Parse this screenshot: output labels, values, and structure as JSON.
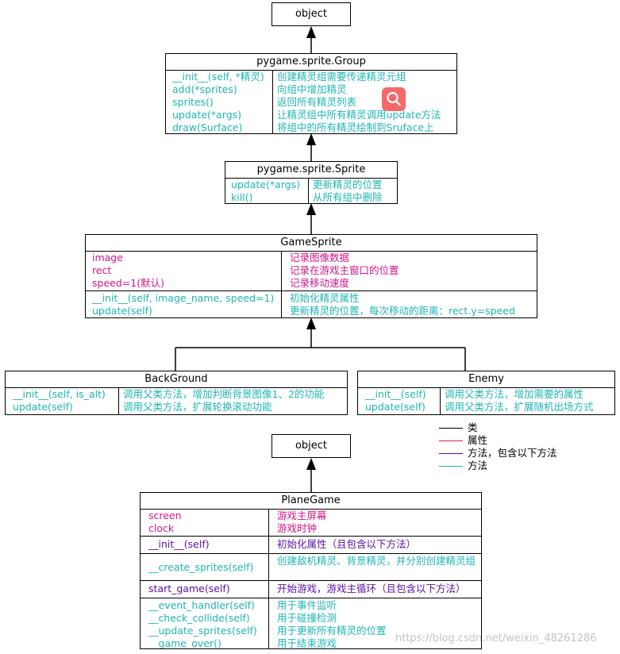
{
  "diagram": {
    "object_top": {
      "name": "object"
    },
    "group": {
      "name": "pygame.sprite.Group",
      "methods": [
        {
          "name": "__init__(self, *精灵)",
          "desc": "创建精灵组需要传递精灵元组"
        },
        {
          "name": "add(*sprites)",
          "desc": "向组中增加精灵"
        },
        {
          "name": "sprites()",
          "desc": "返回所有精灵列表"
        },
        {
          "name": "update(*args)",
          "desc": "让精灵组中所有精灵调用update方法"
        },
        {
          "name": "draw(Surface)",
          "desc": "将组中的所有精灵绘制到Sruface上"
        }
      ]
    },
    "sprite": {
      "name": "pygame.sprite.Sprite",
      "methods": [
        {
          "name": "update(*args)",
          "desc": "更新精灵的位置"
        },
        {
          "name": "kill()",
          "desc": "从所有组中删除"
        }
      ]
    },
    "gamesprite": {
      "name": "GameSprite",
      "attributes": [
        {
          "name": "image",
          "desc": "记录图像数据"
        },
        {
          "name": "rect",
          "desc": "记录在游戏主窗口的位置"
        },
        {
          "name": "speed=1(默认)",
          "desc": "记录移动速度"
        }
      ],
      "methods": [
        {
          "name": "__init__(self, image_name, speed=1)",
          "desc": "初始化精灵属性"
        },
        {
          "name": "update(self)",
          "desc": "更新精灵的位置，每次移动的距离：rect.y=speed"
        }
      ]
    },
    "background": {
      "name": "BackGround",
      "methods": [
        {
          "name": "__init__(self, is_alt)",
          "desc": "调用父类方法，增加判断背景图像1、2的功能"
        },
        {
          "name": "update(self)",
          "desc": "调用父类方法，扩展轮换滚动功能"
        }
      ]
    },
    "enemy": {
      "name": "Enemy",
      "methods": [
        {
          "name": "__init__(self)",
          "desc": "调用父类方法，增加需要的属性"
        },
        {
          "name": "update(self)",
          "desc": "调用父类方法，扩展随机出场方式"
        }
      ]
    },
    "legend": [
      {
        "label": "类",
        "color": "#000000"
      },
      {
        "label": "属性",
        "color": "#d4158a"
      },
      {
        "label": "方法，包含以下方法",
        "color": "#5a0ea8"
      },
      {
        "label": "方法",
        "color": "#1fb5b5"
      }
    ],
    "object_bottom": {
      "name": "object"
    },
    "planegame": {
      "name": "PlaneGame",
      "attributes": [
        {
          "name": "screen",
          "desc": "游戏主屏幕"
        },
        {
          "name": "clock",
          "desc": "游戏时钟"
        }
      ],
      "init": {
        "name": "__init__(self)",
        "desc": "初始化属性（且包含以下方法）"
      },
      "create": {
        "name": "__create_sprites(self)",
        "desc": "创建敌机精灵、背景精灵，并分别创建精灵组"
      },
      "start": {
        "name": "start_game(self)",
        "desc": "开始游戏，游戏主循环（且包含以下方法）"
      },
      "loop_methods": [
        {
          "name": "__event_handler(self)",
          "desc": "用于事件监听"
        },
        {
          "name": "__check_collide(self)",
          "desc": "用于碰撞检测"
        },
        {
          "name": "__update_sprites(self)",
          "desc": "用于更新所有精灵的位置"
        },
        {
          "name": "__game_over()",
          "desc": "用于结束游戏"
        }
      ]
    },
    "watermark": "https://blog.csdn.net/weixin_48261286"
  },
  "colors": {
    "class": "#000000",
    "attribute": "#d4158a",
    "method_including": "#5a0ea8",
    "method": "#1fb5b5",
    "search_badge": "#f46a6a"
  },
  "icons": {
    "search_badge": "search-icon"
  }
}
